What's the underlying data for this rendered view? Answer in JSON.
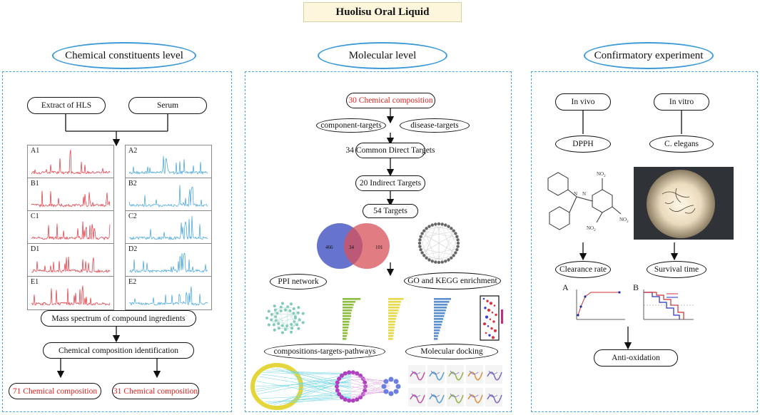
{
  "title": "Huolisu Oral Liquid",
  "levels": {
    "chemical": "Chemical constituents level",
    "molecular": "Molecular level",
    "confirmatory": "Confirmatory experiment"
  },
  "chemical": {
    "extract": "Extract of HLS",
    "serum": "Serum",
    "spectra_left": [
      "A1",
      "B1",
      "C1",
      "D1",
      "E1"
    ],
    "spectra_right": [
      "A2",
      "B2",
      "C2",
      "D2",
      "E2"
    ],
    "mass_spectrum": "Mass spectrum of compound ingredients",
    "identification": "Chemical composition identification",
    "result_left": "71 Chemical composition",
    "result_right": "31 Chemical composition"
  },
  "molecular": {
    "composition": "30 Chemical composition",
    "component_targets": "component-targets",
    "disease_targets": "disease-targets",
    "common_direct": "34 Common Direct Targets",
    "indirect": "20 Indirect Targets",
    "targets": "54 Targets",
    "venn": {
      "left": "466",
      "middle": "34",
      "right": "101"
    },
    "ppi": "PPI network",
    "go_kegg": "GO and KEGG enrichment",
    "pathways": "compositions-targets-pathways",
    "docking": "Molecular docking"
  },
  "confirmatory": {
    "in_vivo": "In vivo",
    "in_vitro": "In vitro",
    "dpph": "DPPH",
    "c_elegans": "C. elegans",
    "no2_top": "NO",
    "no2_mid": "NO",
    "no2_right": "NO",
    "clearance": "Clearance rate",
    "survival": "Survival time",
    "label_a": "A",
    "label_b": "B",
    "anti_oxidation": "Anti-oxidation"
  },
  "colors": {
    "accent_blue": "#3d9ad8",
    "red_text": "#e02020",
    "spectrum_red": "#e0303a",
    "spectrum_blue": "#3aa0d8"
  }
}
